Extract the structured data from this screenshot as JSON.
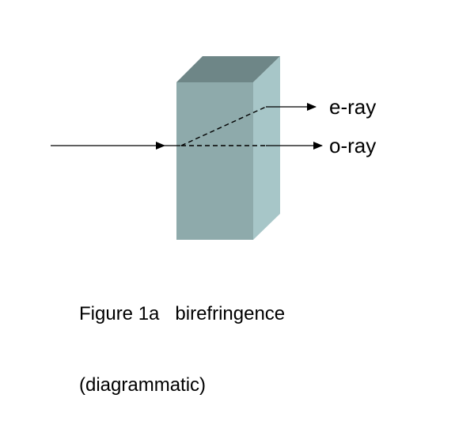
{
  "labels": {
    "e_ray": "e-ray",
    "o_ray": "o-ray"
  },
  "caption": {
    "line1": "Figure 1a   birefringence",
    "line2": "(diagrammatic)"
  },
  "colors": {
    "crystal_front": "#8eaaab",
    "crystal_top": "#6e8687",
    "crystal_side": "#a7c6c8",
    "ray_line": "#000000"
  }
}
